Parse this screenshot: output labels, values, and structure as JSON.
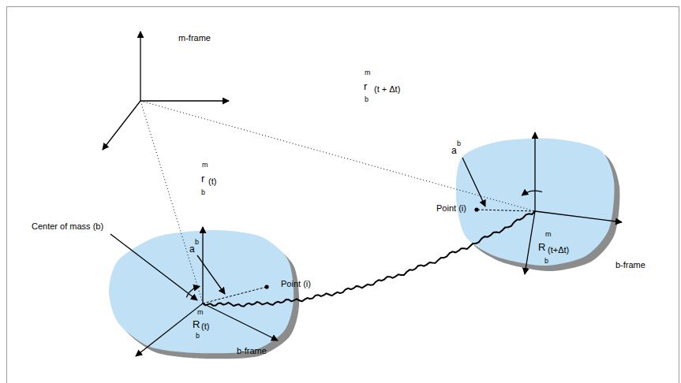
{
  "diagram": {
    "labels": [
      "m-frame",
      "m",
      "r",
      "(t + Δt)",
      "b",
      "m",
      "r",
      "(t)",
      "b",
      "Center of mass (b)",
      "a",
      "b",
      "Point (i)",
      "m",
      "R",
      "(t)",
      "b",
      "b-frame",
      "a",
      "b",
      "Point (i)",
      "m",
      "R",
      "(t+Δt)",
      "b",
      "b-frame"
    ]
  }
}
